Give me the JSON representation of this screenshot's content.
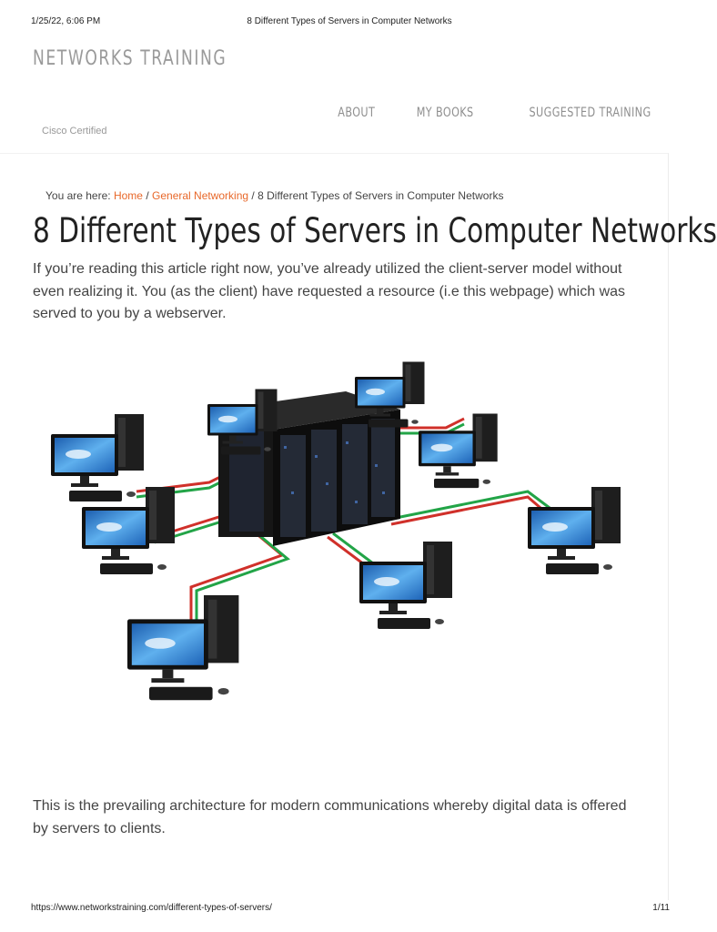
{
  "print_header": {
    "datetime": "1/25/22, 6:06 PM",
    "doc_title": "8 Different Types of Servers in Computer Networks"
  },
  "site": {
    "title": "NETWORKS TRAINING"
  },
  "nav": {
    "items": [
      "ABOUT",
      "MY BOOKS",
      "SUGGESTED TRAINING"
    ]
  },
  "cutoff_text": "Cisco Certified",
  "breadcrumb": {
    "prefix": "You are here:",
    "home": "Home",
    "sep1": "/",
    "category": "General Networking",
    "sep2": "/",
    "current": "8 Different Types of Servers in Computer Networks"
  },
  "article": {
    "title": "8 Different Types of Servers in Computer Networks",
    "para1": "If you’re reading this article right now, you’ve already utilized the client-server model without even realizing it. You (as the client) have requested a resource (i.e this webpage) which was served to you by a webserver.",
    "para2": "This is the prevailing architecture for modern communications whereby digital data is offered by servers to clients."
  },
  "colors": {
    "link": "#e8682a",
    "cable_red": "#d0302a",
    "cable_green": "#22a447",
    "screen_blue": "#3b8fd6"
  },
  "print_footer": {
    "url": "https://www.networkstraining.com/different-types-of-servers/",
    "page": "1/11"
  }
}
